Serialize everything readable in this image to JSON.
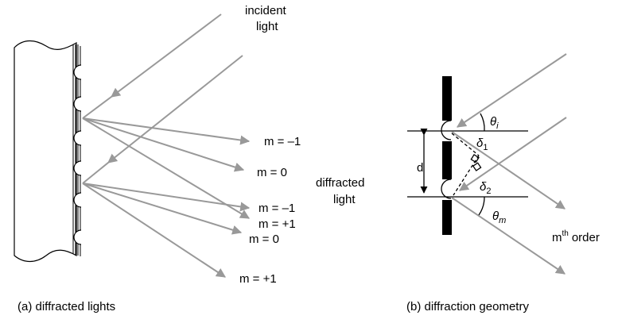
{
  "panel_a": {
    "incident_line1": "incident",
    "incident_line2": "light",
    "diffracted_line1": "diffracted",
    "diffracted_line2": "light",
    "orders_upper": [
      "m = –1",
      "m = 0",
      "m = +1"
    ],
    "orders_lower": [
      "m = –1",
      "m = 0",
      "m = +1"
    ],
    "caption": "(a) diffracted lights"
  },
  "panel_b": {
    "theta": "θ",
    "theta_i_sub": "i",
    "theta_m_sub": "m",
    "delta": "δ",
    "delta1_sub": "1",
    "delta2_sub": "2",
    "spacing": "d",
    "order_m": "m",
    "order_sup": "th",
    "order_word": "order",
    "caption": "(b) diffraction geometry"
  },
  "colors": {
    "ray": "#999999",
    "ink": "#000000"
  }
}
